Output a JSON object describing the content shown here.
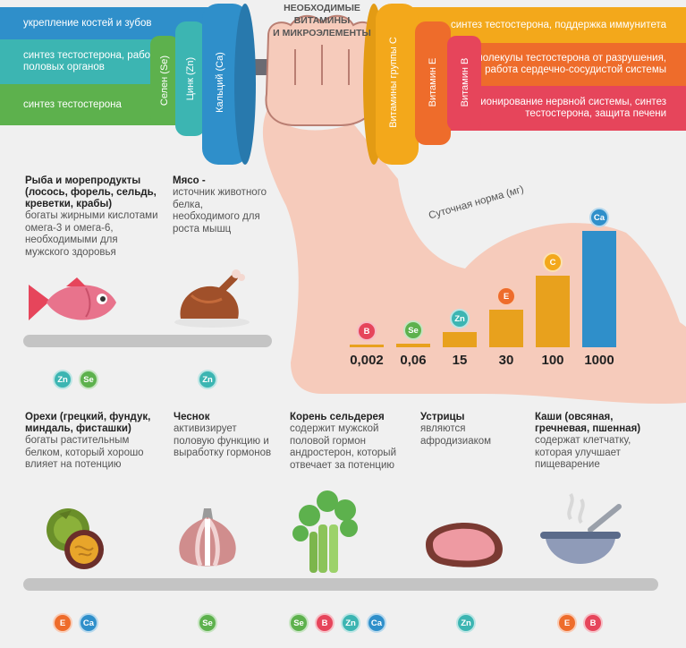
{
  "header": {
    "line1": "НЕОБХОДИМЫЕ ВИТАМИНЫ",
    "line2": "И МИКРОЭЛЕМЕНТЫ"
  },
  "left_bands": [
    {
      "text": "укрепление костей и зубов",
      "color": "#2f8fca"
    },
    {
      "text": "синтез тестостерона, работа мужских половых органов",
      "color": "#3cb5b2"
    },
    {
      "text": "синтез тестостерона",
      "color": "#5db14d"
    }
  ],
  "right_bands": [
    {
      "text": "синтез тестостерона, поддержка иммунитета",
      "color": "#f3a81b"
    },
    {
      "text": "защита молекулы тестостерона от разрушения, работа сердечно-сосудистой системы",
      "color": "#ee6c2b"
    },
    {
      "text": "функционирование нервной системы, синтез тестостерона, защита печени",
      "color": "#e6455b"
    }
  ],
  "discs": {
    "selenium": "Селен (Se)",
    "zinc": "Цинк (Zn)",
    "calcium": "Кальций (Ca)",
    "vitamin_c": "Витамины группы С",
    "vitamin_e": "Витамин Е",
    "vitamin_b": "Витамин В"
  },
  "chart_data": {
    "type": "bar",
    "title": "Суточная норма (мг)",
    "categories": [
      "B",
      "Se",
      "Zn",
      "E",
      "C",
      "Ca"
    ],
    "values": [
      0.002,
      0.06,
      15,
      30,
      100,
      1000
    ],
    "value_labels": [
      "0,002",
      "0,06",
      "15",
      "30",
      "100",
      "1000"
    ],
    "colors": [
      "#e6455b",
      "#5db14d",
      "#3cb5b2",
      "#ee6c2b",
      "#f3a81b",
      "#2f8fca"
    ],
    "bar_color": "#e8a11d",
    "last_bar_color": "#2f8fca"
  },
  "foods": {
    "fish": {
      "title": "Рыба и морепродукты (лосось, форель, сельдь, креветки, крабы)",
      "desc": "богаты жирными кислотами омега-3 и омега-6, необходимыми для мужского здоровья"
    },
    "meat": {
      "title": "Мясо -",
      "desc": "источник животного белка, необходимого для роста мышц"
    },
    "nuts": {
      "title": "Орехи (грецкий, фундук, миндаль, фисташки)",
      "desc": "богаты растительным белком, который хорошо влияет на потенцию"
    },
    "garlic": {
      "title": "Чеснок",
      "desc": "активизирует половую функцию и выработку гормонов"
    },
    "celery": {
      "title": "Корень сельдерея",
      "desc": "содержит мужской половой гормон андростерон, который отвечает за потенцию"
    },
    "oysters": {
      "title": "Устрицы",
      "desc": "являются афродизиаком"
    },
    "porridge": {
      "title": "Каши (овсяная, гречневая, пшенная)",
      "desc": "содержат клетчатку, которая улучшает пищеварение"
    }
  },
  "badge_labels": {
    "Zn": "Zn",
    "Se": "Se",
    "E": "E",
    "Ca": "Ca",
    "B": "B",
    "C": "C"
  }
}
